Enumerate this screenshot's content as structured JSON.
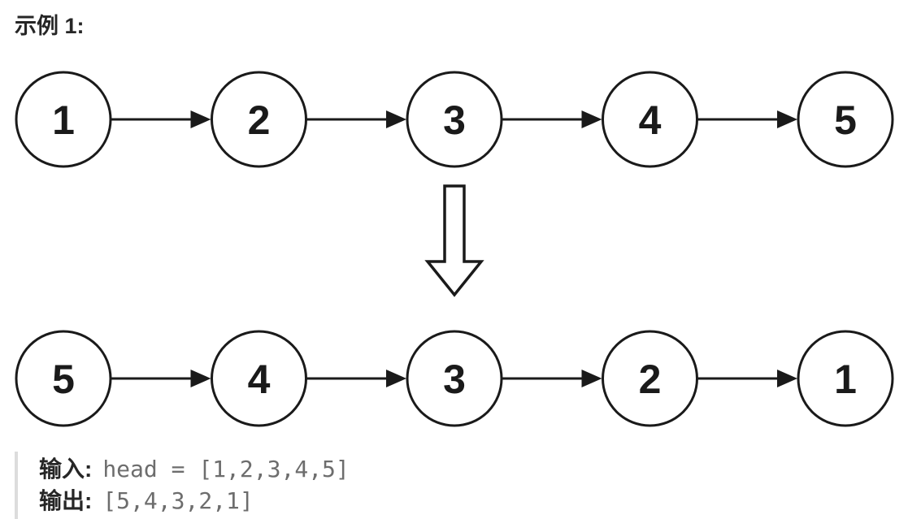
{
  "title": "示例 1:",
  "diagram": {
    "rows": [
      {
        "name": "original-list",
        "values": [
          "1",
          "2",
          "3",
          "4",
          "5"
        ]
      },
      {
        "name": "reversed-list",
        "values": [
          "5",
          "4",
          "3",
          "2",
          "1"
        ]
      }
    ],
    "pointer_icon": "right-arrow-icon",
    "transform_icon": "down-arrow-icon"
  },
  "example": {
    "input_label": "输入:",
    "input_value": "head = [1,2,3,4,5]",
    "output_label": "输出:",
    "output_value": "[5,4,3,2,1]"
  },
  "colors": {
    "ink": "#1a1a1a",
    "heading": "#262626",
    "value_text": "#6d6d6d",
    "quote_bar": "#dcdcdc",
    "background": "#ffffff"
  }
}
